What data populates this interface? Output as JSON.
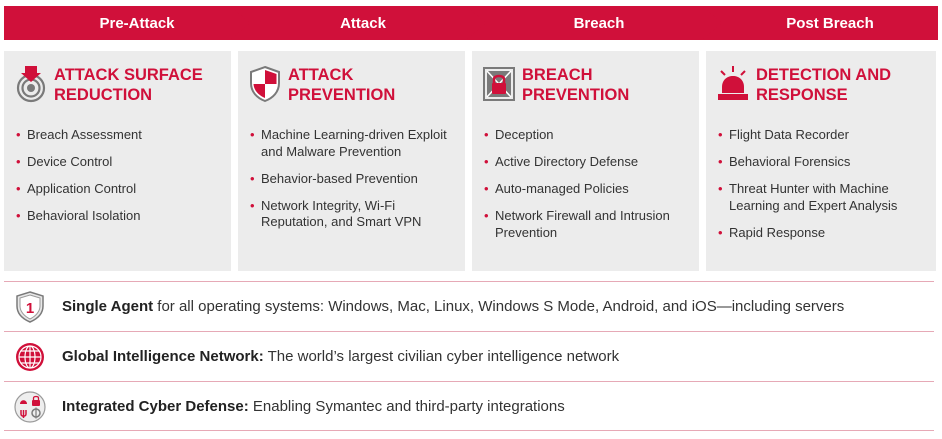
{
  "stages": [
    {
      "label": "Pre-Attack"
    },
    {
      "label": "Attack"
    },
    {
      "label": "Breach"
    },
    {
      "label": "Post Breach"
    }
  ],
  "panels": [
    {
      "icon": "target-arrow-icon",
      "title": "Attack Surface Reduction",
      "items": [
        "Breach Assessment",
        "Device Control",
        "Application Control",
        "Behavioral Isolation"
      ]
    },
    {
      "icon": "shield-icon",
      "title": "Attack Prevention",
      "items": [
        "Machine Learning-driven Exploit and Malware Prevention",
        "Behavior-based Prevention",
        "Network Integrity, Wi-Fi Reputation, and Smart VPN"
      ]
    },
    {
      "icon": "lock-icon",
      "title": "Breach Prevention",
      "items": [
        "Deception",
        "Active Directory Defense",
        "Auto-managed Policies",
        "Network Firewall and Intrusion Prevention"
      ]
    },
    {
      "icon": "alarm-light-icon",
      "title": "Detection and Response",
      "items": [
        "Flight Data Recorder",
        "Behavioral Forensics",
        "Threat Hunter with Machine Learning and Expert Analysis",
        "Rapid Response"
      ]
    }
  ],
  "features": [
    {
      "icon": "number-one-shield-icon",
      "bold": "Single Agent",
      "text": " for all operating systems: Windows, Mac, Linux, Windows S Mode, Android, and iOS—including servers"
    },
    {
      "icon": "globe-icon",
      "bold": "Global Intelligence Network:",
      "text": " The world’s largest civilian cyber intelligence network"
    },
    {
      "icon": "integration-icon",
      "bold": "Integrated Cyber Defense:",
      "text": " Enabling Symantec and third-party integrations"
    }
  ],
  "colors": {
    "accent": "#d0103a",
    "panel_bg": "#ececec",
    "icon_gray": "#7a7a7a"
  }
}
